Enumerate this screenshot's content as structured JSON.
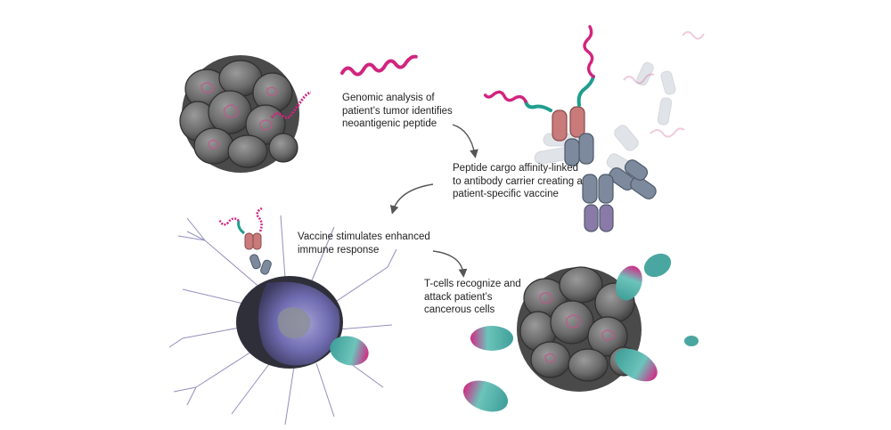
{
  "colors": {
    "tumor": "#6b6b6b",
    "tumor_dark": "#3f3f3f",
    "peptide": "#d1247f",
    "linker": "#1f9e8e",
    "antibody": "#7d8a9e",
    "antibody_tip": "#c97a7a",
    "dendritic": "#7b79b8",
    "tcell": "#49a6a0",
    "arrow": "#555555"
  },
  "steps": [
    {
      "lines": [
        "Genomic analysis of",
        "patient’s tumor identifies",
        "neoantigenic peptide"
      ]
    },
    {
      "lines": [
        "Peptide cargo affinity-linked",
        "to antibody carrier creating a",
        "patient-specific vaccine"
      ]
    },
    {
      "lines": [
        "Vaccine stimulates enhanced",
        "immune response"
      ]
    },
    {
      "lines": [
        "T-cells recognize and",
        "attack patient’s",
        "cancerous cells"
      ]
    }
  ]
}
